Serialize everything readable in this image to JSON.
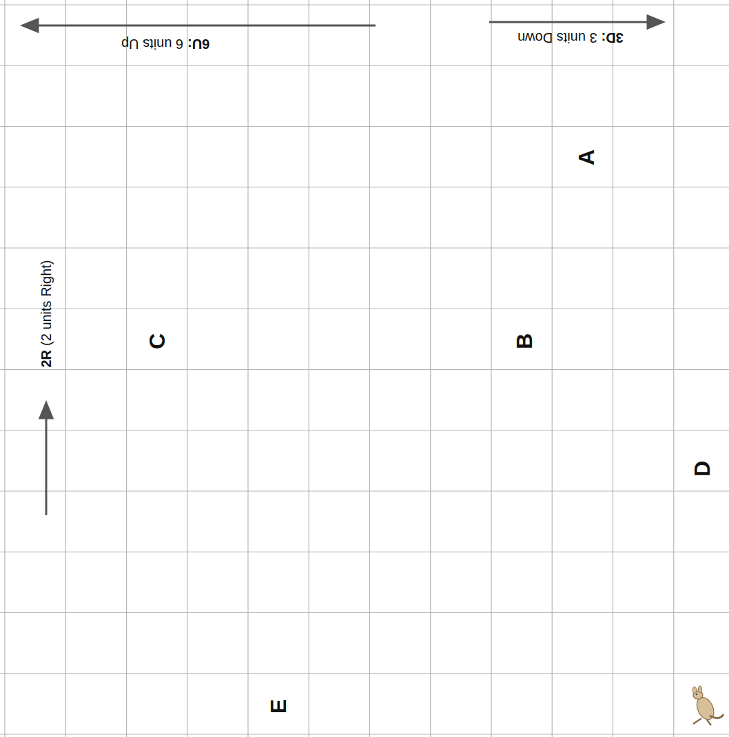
{
  "diagram": {
    "labels": [
      "6U:",
      "6 units Up",
      "3D:",
      "3 units Down",
      "2R",
      "(2 units Right)",
      "A",
      "B",
      "C",
      "D",
      "E"
    ]
  }
}
